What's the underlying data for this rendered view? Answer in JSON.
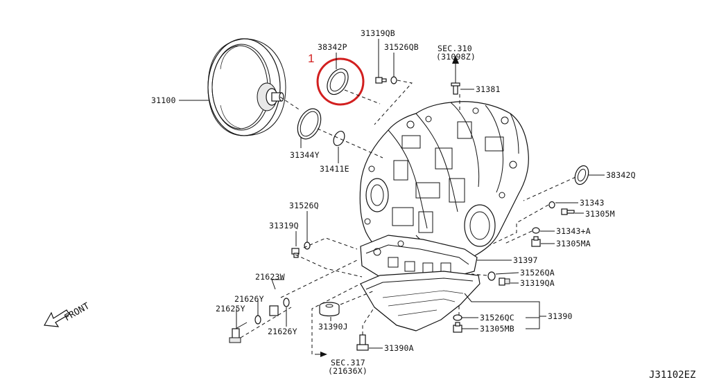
{
  "diagram": {
    "callout_number": "1",
    "diagram_code": "J31102EZ",
    "front_label": "FRONT",
    "labels": {
      "p31100": "31100",
      "p38342P": "38342P",
      "p31319QB": "31319QB",
      "p31526QB": "31526QB",
      "sec310_a": "SEC.310",
      "sec310_b": "(31098Z)",
      "p31381": "31381",
      "p31344Y": "31344Y",
      "p31411E": "31411E",
      "p38342Q": "38342Q",
      "p31343": "31343",
      "p31305M": "31305M",
      "p31343A": "31343+A",
      "p31305MA": "31305MA",
      "p31526Q": "31526Q",
      "p31319Q": "31319Q",
      "p31397": "31397",
      "p31526QA": "31526QA",
      "p31319QA": "31319QA",
      "p21623W": "21623W",
      "p21626Y_top": "21626Y",
      "p21625Y": "21625Y",
      "p21626Y_bottom": "21626Y",
      "p31390J": "31390J",
      "p31526QC": "31526QC",
      "p31390": "31390",
      "p31305MB": "31305MB",
      "p31390A": "31390A",
      "sec317_a": "SEC.317",
      "sec317_b": "(21636X)"
    },
    "highlight_color": "#d21f1f"
  }
}
